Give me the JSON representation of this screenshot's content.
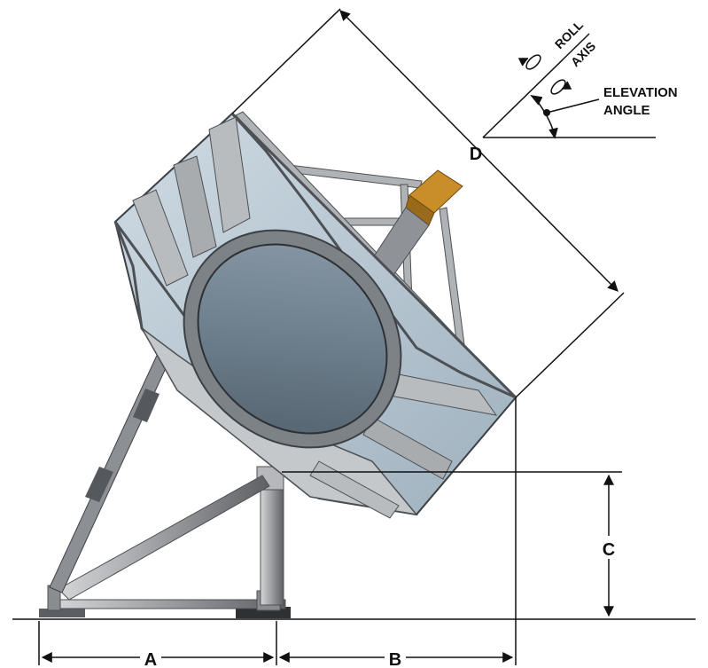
{
  "labels": {
    "roll": "ROLL",
    "axis": "AXIS",
    "elevation": "ELEVATION",
    "angle": "ANGLE"
  },
  "dimensions": {
    "a": "A",
    "b": "B",
    "c": "C",
    "d": "D"
  },
  "colors": {
    "structure": "#9a9ca0",
    "structure_dark": "#4d5054",
    "mirror": "#b9cad6",
    "dish": "#6f8090",
    "receiver": "#c98d2a",
    "line": "#111111"
  }
}
